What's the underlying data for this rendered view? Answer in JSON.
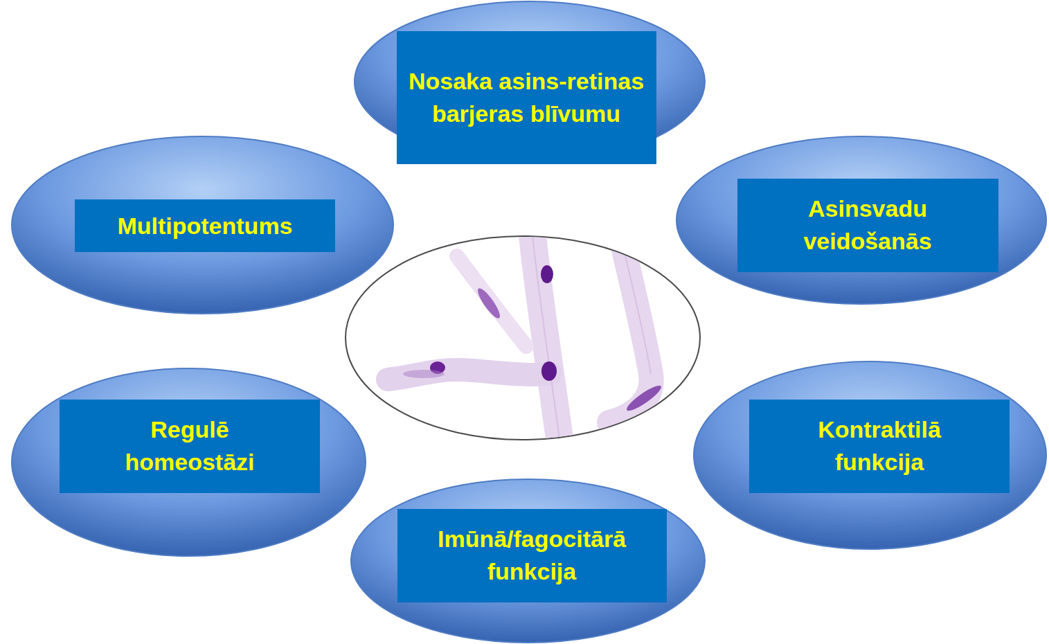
{
  "diagram": {
    "nodes": [
      {
        "text": [
          "Nosaka asins-retinas barjeras blīvumu"
        ]
      },
      {
        "text": [
          "Multipotentums"
        ]
      },
      {
        "text": [
          "Asinsvadu veidošanās"
        ]
      },
      {
        "text": [
          "Regulē homeostāzi"
        ]
      },
      {
        "text": [
          "Kontraktilā funkcija"
        ]
      },
      {
        "text": [
          "Imūnā/fagocitārā funkcija"
        ]
      }
    ]
  }
}
